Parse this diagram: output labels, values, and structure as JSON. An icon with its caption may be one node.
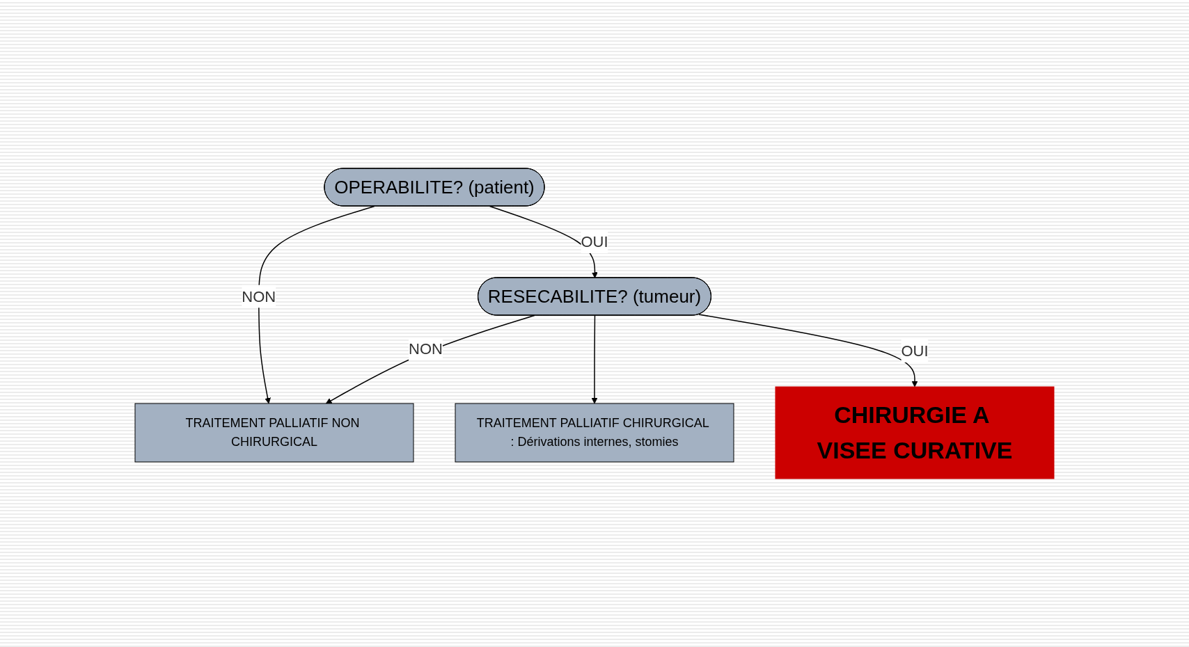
{
  "diagram": {
    "nodes": [
      {
        "text": [
          "OPERABILITE? (patient)"
        ]
      },
      {
        "text": [
          "RESECABILITE? (tumeur)"
        ]
      },
      {
        "text": [
          "TRAITEMENT PALLIATIF NON CHIRURGICAL"
        ]
      },
      {
        "text": [
          "TRAITEMENT PALLIATIF CHIRURGICAL : Dérivations internes, stomies"
        ]
      },
      {
        "text": [
          "CHIRURGIE A VISEE CURATIVE"
        ]
      }
    ],
    "edges": [
      {
        "from": 0,
        "to": 2,
        "arrow": "to",
        "label": "NON"
      },
      {
        "from": 0,
        "to": 1,
        "arrow": "to",
        "label": "OUI"
      },
      {
        "from": 1,
        "to": 2,
        "arrow": "to",
        "label": "NON"
      },
      {
        "from": 1,
        "to": 3,
        "arrow": "to"
      },
      {
        "from": 1,
        "to": 4,
        "arrow": "to",
        "label": "OUI"
      }
    ]
  }
}
